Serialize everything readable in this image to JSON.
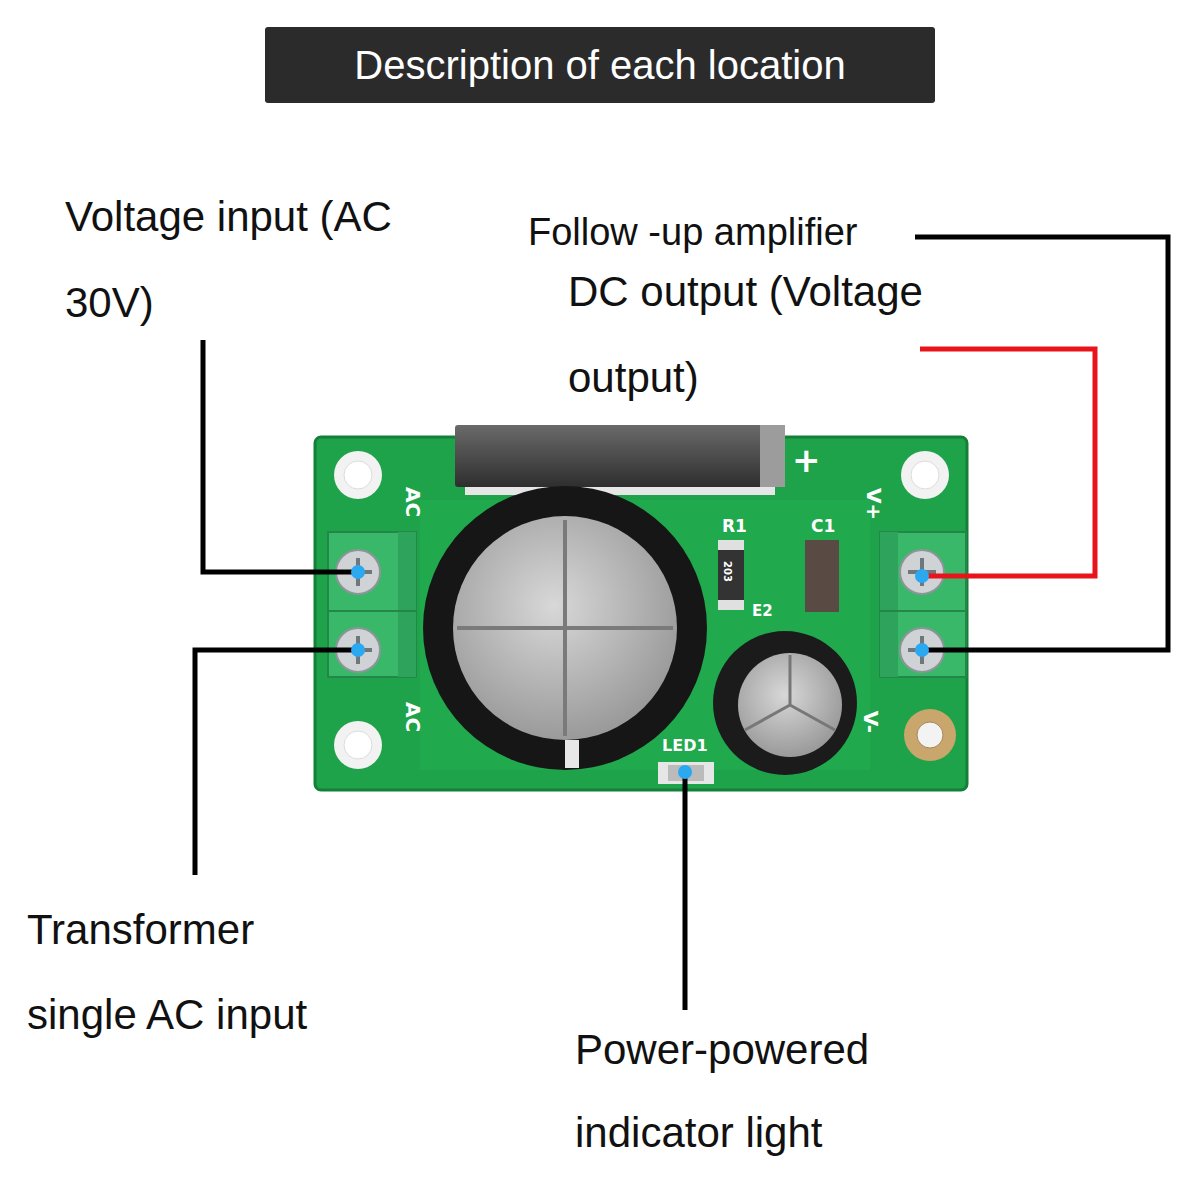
{
  "diagram": {
    "title": "Description of each location",
    "labels": [
      "Voltage input (AC 30V)",
      "Follow -up amplifier",
      "DC output (Voltage output)",
      "Transformer single AC input",
      "Power-powered indicator light",
      "AC",
      "AC",
      "R1",
      "C1",
      "E2",
      "V+",
      "V-",
      "LED1",
      "+",
      "203"
    ]
  }
}
